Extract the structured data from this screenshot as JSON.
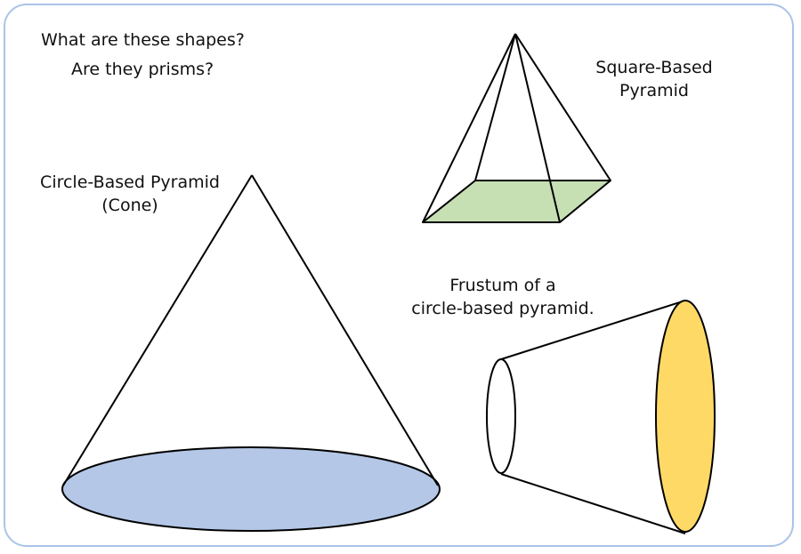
{
  "questions": {
    "line1": "What are these shapes?",
    "line2": "Are they prisms?"
  },
  "shapes": {
    "square_pyramid": {
      "label_line1": "Square-Based",
      "label_line2": "Pyramid",
      "base_color": "#c6e0b4"
    },
    "cone": {
      "label_line1": "Circle-Based Pyramid",
      "label_line2": "(Cone)",
      "base_color": "#b4c7e7"
    },
    "frustum": {
      "label_line1": "Frustum of a",
      "label_line2": "circle-based pyramid.",
      "large_face_color": "#ffd966",
      "small_face_color": "#ffffff"
    }
  },
  "frame_color": "#a9c4e8"
}
